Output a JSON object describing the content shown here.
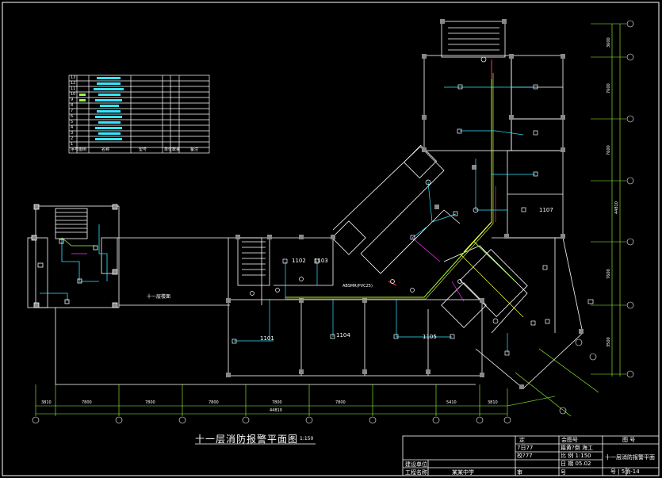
{
  "drawing": {
    "title": "十一层消防报警平面图",
    "scale": "1:150",
    "colors": {
      "wall": "#ffffff",
      "cable_green": "#9aff3a",
      "cable_yellow": "#ffff44",
      "cable_cyan": "#33e6ff",
      "cable_magenta": "#ff33ff",
      "cable_red": "#ff3b3b",
      "text": "#ffffff"
    }
  },
  "room_labels": {
    "r1": "1101",
    "r2": "1102",
    "r3": "1103",
    "r4": "1104",
    "r5": "1105",
    "r6": "1107",
    "r7": "十一层楼面",
    "pipe": "ABSMR(PVC25)"
  },
  "dimensions": {
    "bottom": [
      "3810",
      "7800",
      "7800",
      "7800",
      "7800",
      "7800",
      "5410",
      "3810"
    ],
    "bottom_total": "44810",
    "right": [
      "3600",
      "7600",
      "7600",
      "7600",
      "3500"
    ],
    "right_total": "44810"
  },
  "title_block": {
    "r1c1": "定",
    "r1c2": "会图号",
    "r1c3": "图 号",
    "r2c1": "7日77",
    "r2c2": "篇黄?倒 海工",
    "r3c1": "校?77",
    "r3c2": "比 例 1:150",
    "r4c2": "日 期 05.02",
    "r4c1": "建设单位",
    "r5c1": "工程名称",
    "r5c0": "某某中学",
    "r5c2": "审",
    "r5c3": "号",
    "sheet_title": "十一层消防报警平面",
    "sheet_no": "号 | 5消-14"
  },
  "legend": {
    "rows": [
      "13",
      "12",
      "11",
      "10",
      "9",
      "8",
      "7",
      "6",
      "5",
      "4",
      "3",
      "2",
      "1"
    ],
    "footer": [
      "序号",
      "图例",
      "名称",
      "型号",
      "单位",
      "数量",
      "备注"
    ]
  }
}
